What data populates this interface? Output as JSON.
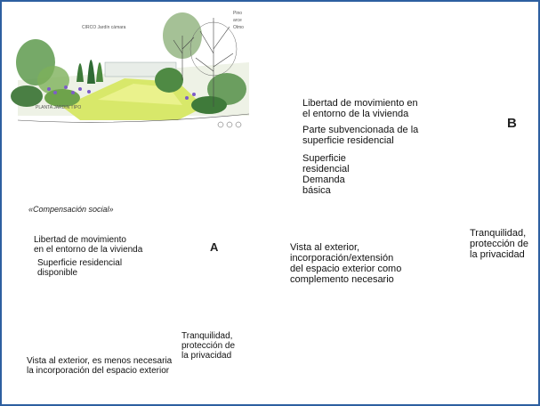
{
  "sketch": {
    "caption_top": "CIRCO   Jardín   cámara",
    "caption_bottom": "PLANTA JARDIN TIPO",
    "caption_right_top": "Pino",
    "caption_right_2": "arce",
    "caption_right_3": "Olmo"
  },
  "diagram_a": {
    "section_title": "«Compensación social»",
    "letter": "A",
    "label_movement": "Libertad de movimiento\nen el entorno de la vivienda",
    "label_surface": "Superficie residencial\ndisponible",
    "label_privacy": "Tranquilidad,\nprotección de\nla privacidad",
    "label_view": "Vista al exterior, es menos necesaria\nla incorporación del espacio exterior"
  },
  "diagram_b": {
    "letter": "B",
    "label_movement": "Libertad de movimiento en\nel entorno de la vivienda",
    "label_subsidized": "Parte subvencionada de la\nsuperficie residencial",
    "label_surface": "Superficie\nresidencial\nDemanda\nbásica",
    "label_view": "Vista al exterior,\nincorporación/extensión\ndel espacio exterior como\ncomplemento necesario",
    "label_privacy": "Tranquilidad,\nprotección de\nla privacidad"
  },
  "colors": {
    "frame": "#2d5fa0",
    "circle": "#d42b2b"
  }
}
